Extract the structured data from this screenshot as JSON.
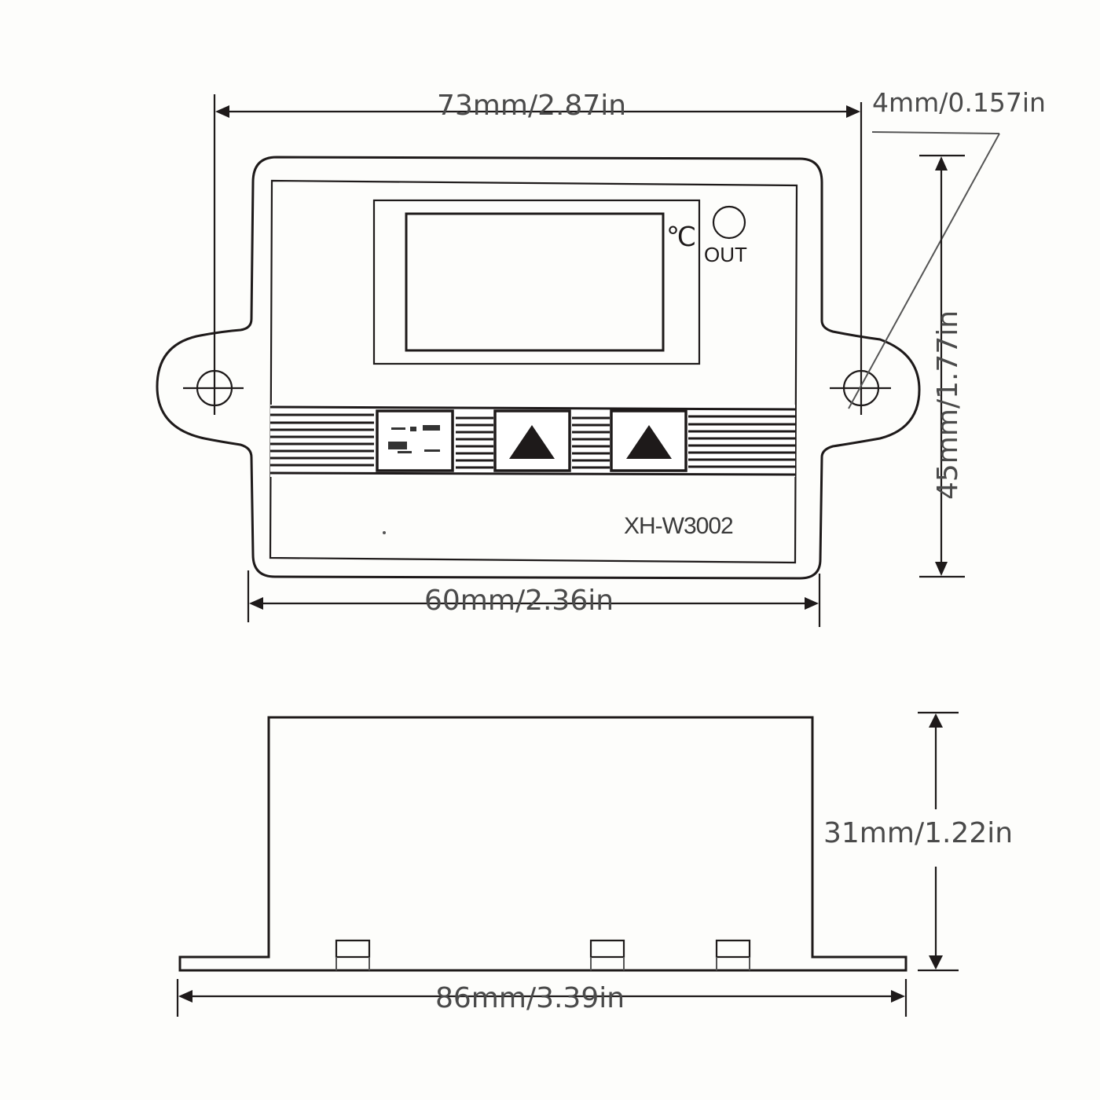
{
  "diagram": {
    "title": "XH-W3002 thermostat controller dimension drawing",
    "front_view": {
      "model_label": "XH-W3002",
      "unit_symbol": "℃",
      "indicator_label": "OUT",
      "buttons": [
        {
          "name": "set-button",
          "icon": "set-symbol-icon"
        },
        {
          "name": "up-button-1",
          "icon": "triangle-up-icon"
        },
        {
          "name": "up-button-2",
          "icon": "triangle-up-icon"
        }
      ]
    },
    "dimensions": {
      "overall_width": "73mm/2.87in",
      "hole_diameter": "4mm/0.157in",
      "height": "45mm/1.77in",
      "body_width": "60mm/2.36in",
      "depth": "31mm/1.22in",
      "side_total_width": "86mm/3.39in"
    },
    "colors": {
      "line": "#1e1a1a",
      "text": "#4a4a4a",
      "background": "#fdfdfb"
    }
  }
}
